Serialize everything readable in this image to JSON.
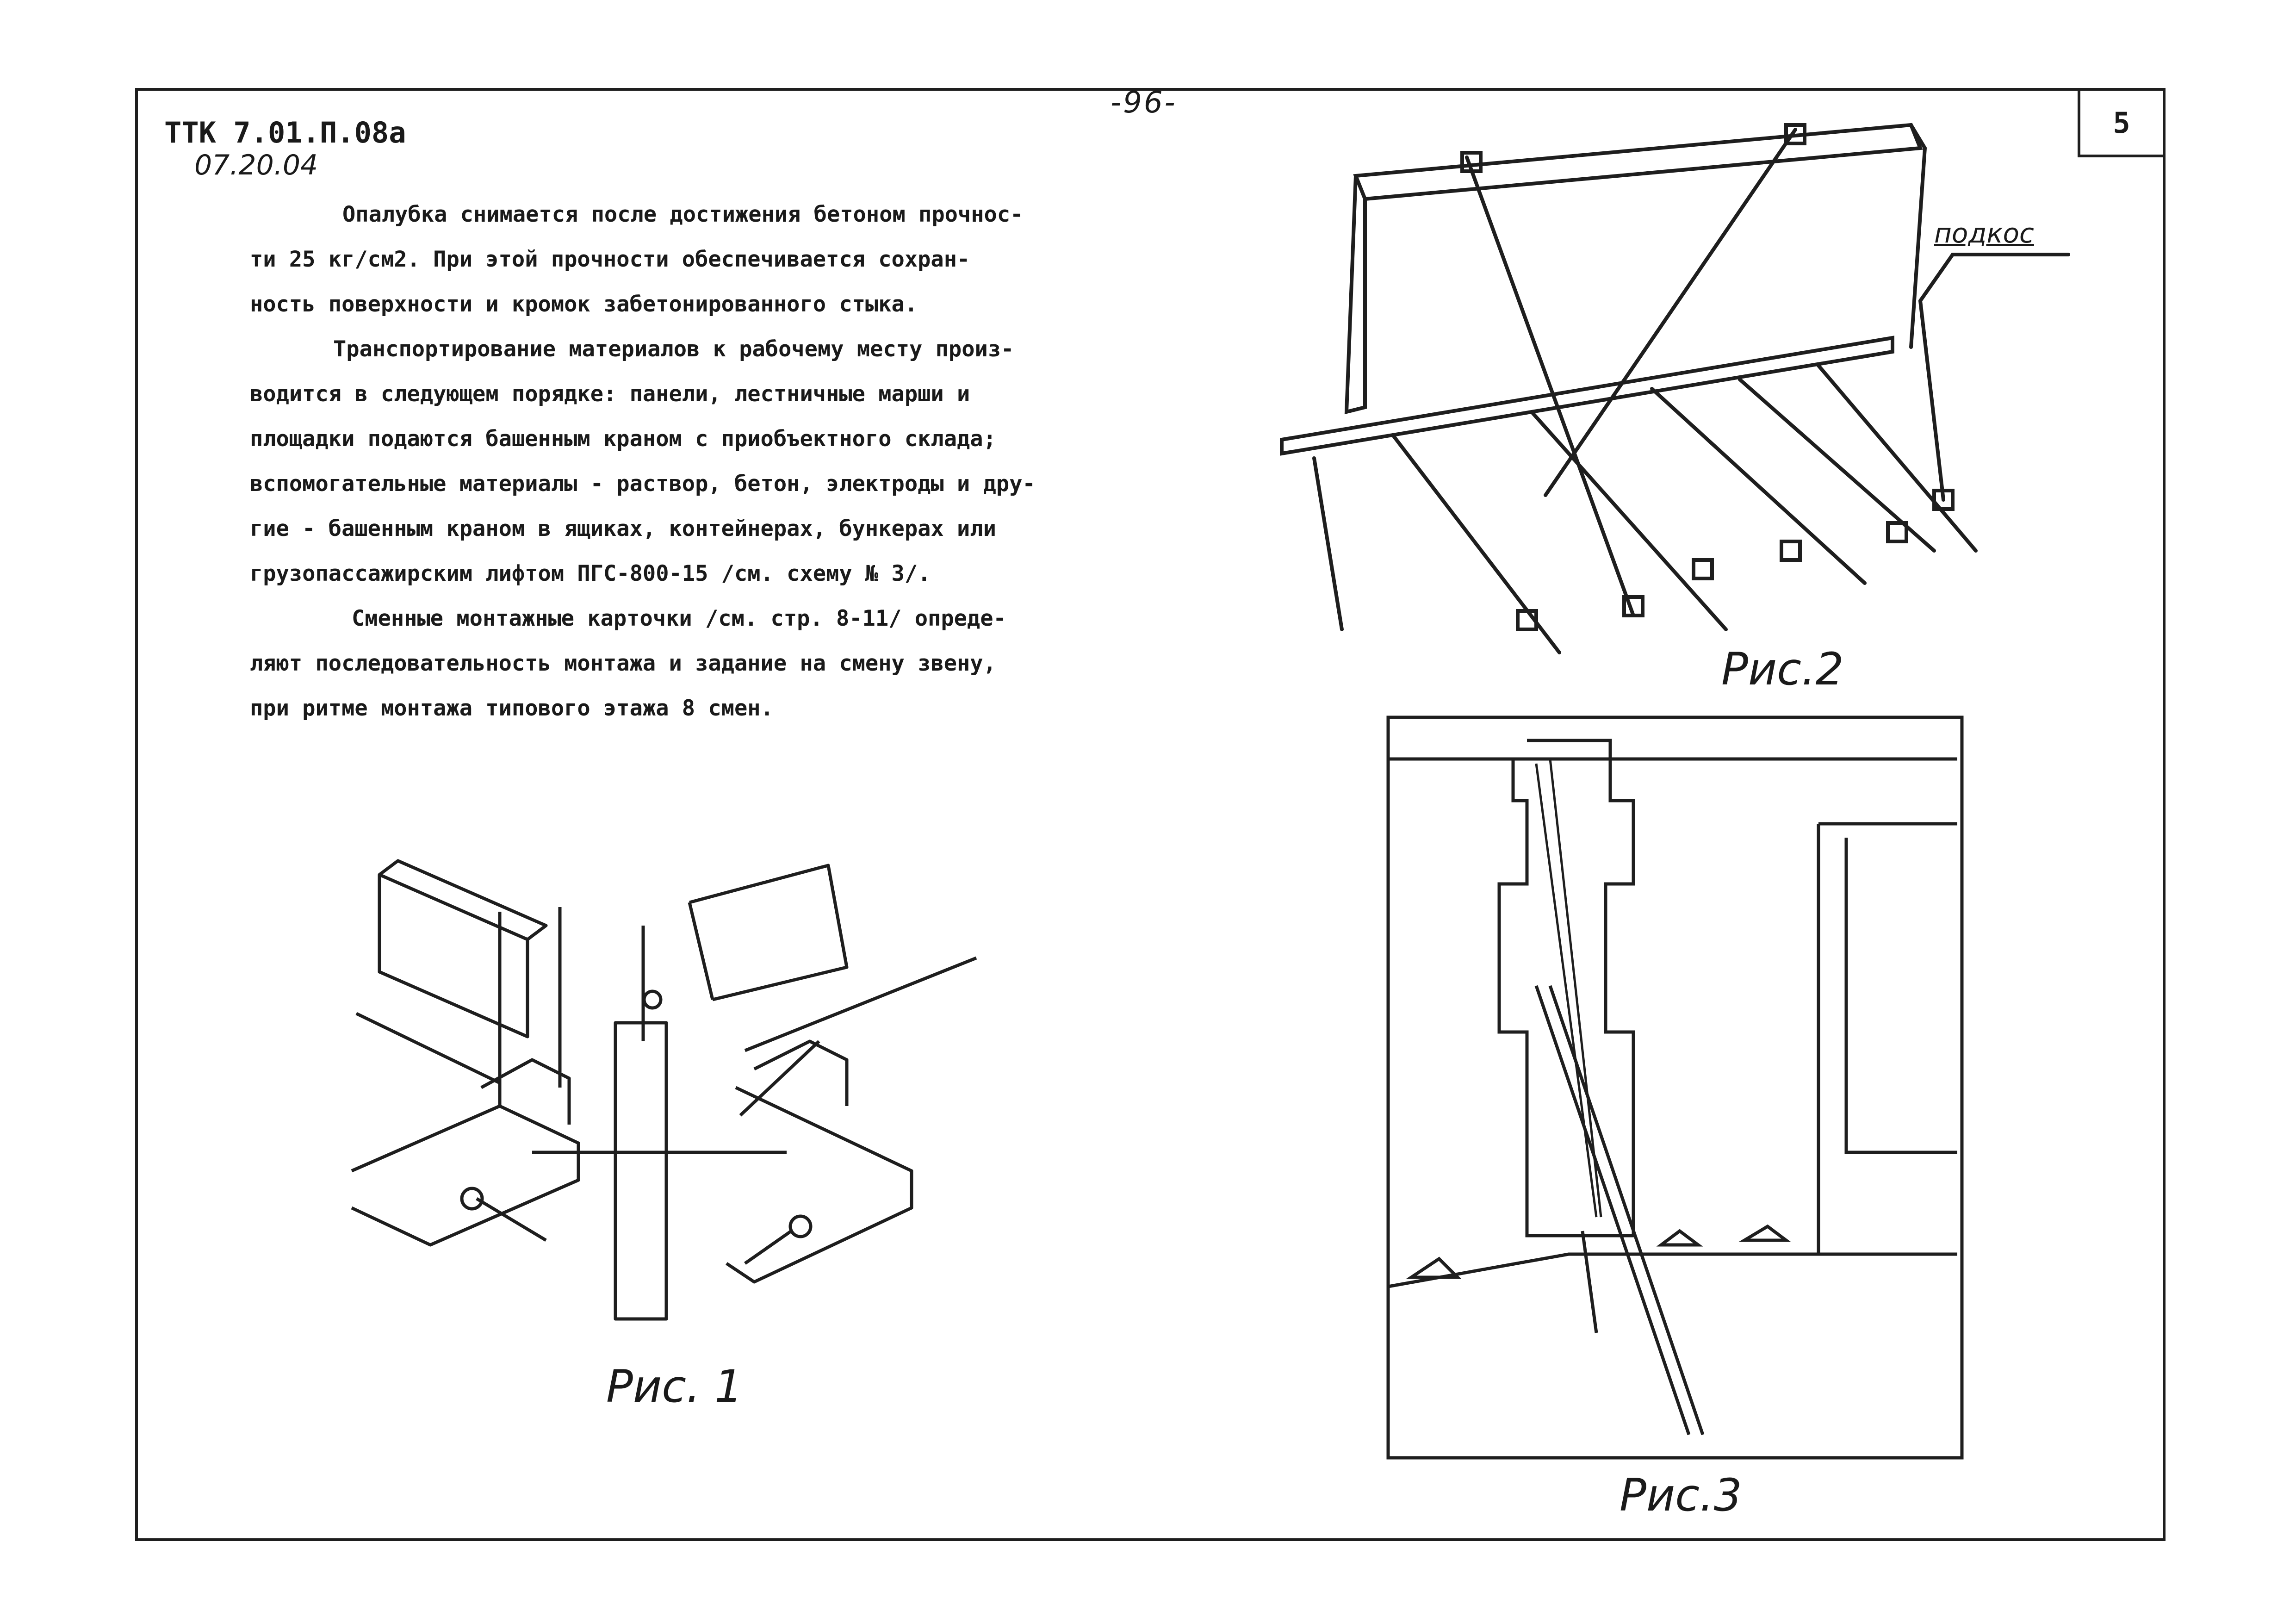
{
  "header": {
    "page_number": "-96-",
    "doc_code": "ТТК 7.01.П.08а",
    "doc_date": "07.20.04",
    "sheet_number": "5"
  },
  "body": {
    "lines": [
      "Опалубка снимается после достижения бетоном прочнос-",
      "ти 25 кг/см2. При этой прочности обеспечивается сохран-",
      "ность поверхности и кромок забетонированного стыка.",
      "Транспортирование материалов к рабочему месту произ-",
      "водится в следующем порядке: панели, лестничные марши и",
      "площадки подаются башенным краном с приобъектного склада;",
      "вспомогательные материалы - раствор, бетон, электроды и дру-",
      "гие - башенным краном в ящиках, контейнерах, бункерах или",
      "грузопассажирским лифтом ПГС-800-15 /см. схему № 3/.",
      "Сменные монтажные карточки /см. стр. 8-11/ опреде-",
      "ляют последовательность монтажа и задание на смену звену,",
      "при ритме монтажа типового этажа 8 смен."
    ]
  },
  "figures": {
    "fig1_caption": "Рис. 1",
    "fig2_caption": "Рис.2",
    "fig2_label": "подкос",
    "fig3_caption": "Рис.3"
  }
}
